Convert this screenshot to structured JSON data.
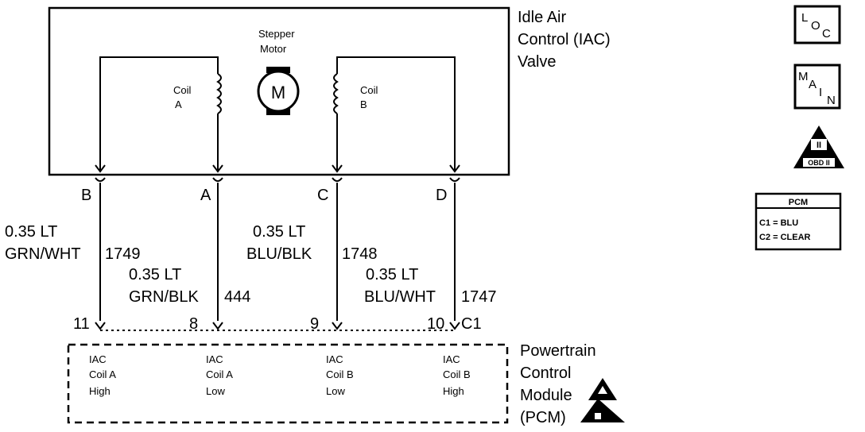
{
  "iac_valve": {
    "title_line1": "Idle Air",
    "title_line2": "Control (IAC)",
    "title_line3": "Valve",
    "motor_label_line1": "Stepper",
    "motor_label_line2": "Motor",
    "motor_symbol": "M",
    "coil_a_line1": "Coil",
    "coil_a_line2": "A",
    "coil_b_line1": "Coil",
    "coil_b_line2": "B"
  },
  "terminals": {
    "b": "B",
    "a": "A",
    "c": "C",
    "d": "D"
  },
  "wires": [
    {
      "gauge": "0.35 LT",
      "color": "GRN/WHT",
      "circuit": "1749",
      "pin": "11"
    },
    {
      "gauge": "0.35 LT",
      "color": "GRN/BLK",
      "circuit": "444",
      "pin": "8"
    },
    {
      "gauge": "0.35 LT",
      "color": "BLU/BLK",
      "circuit": "1748",
      "pin": "9"
    },
    {
      "gauge": "0.35 LT",
      "color": "BLU/WHT",
      "circuit": "1747",
      "pin": "10"
    }
  ],
  "connector": "C1",
  "pcm_module": {
    "title_line1": "Powertrain",
    "title_line2": "Control",
    "title_line3": "Module",
    "title_line4": "(PCM)",
    "drivers": [
      {
        "line1": "IAC",
        "line2": "Coil A",
        "line3": "High"
      },
      {
        "line1": "IAC",
        "line2": "Coil A",
        "line3": "Low"
      },
      {
        "line1": "IAC",
        "line2": "Coil B",
        "line3": "Low"
      },
      {
        "line1": "IAC",
        "line2": "Coil B",
        "line3": "High"
      }
    ]
  },
  "side_icons": {
    "loc": {
      "l": "L",
      "o": "O",
      "c": "C"
    },
    "main": {
      "m": "M",
      "a": "A",
      "i": "I",
      "n": "N"
    },
    "obd": {
      "roman": "II",
      "label": "OBD II"
    }
  },
  "pcm_legend": {
    "title": "PCM",
    "line1": "C1 = BLU",
    "line2": "C2 = CLEAR"
  }
}
